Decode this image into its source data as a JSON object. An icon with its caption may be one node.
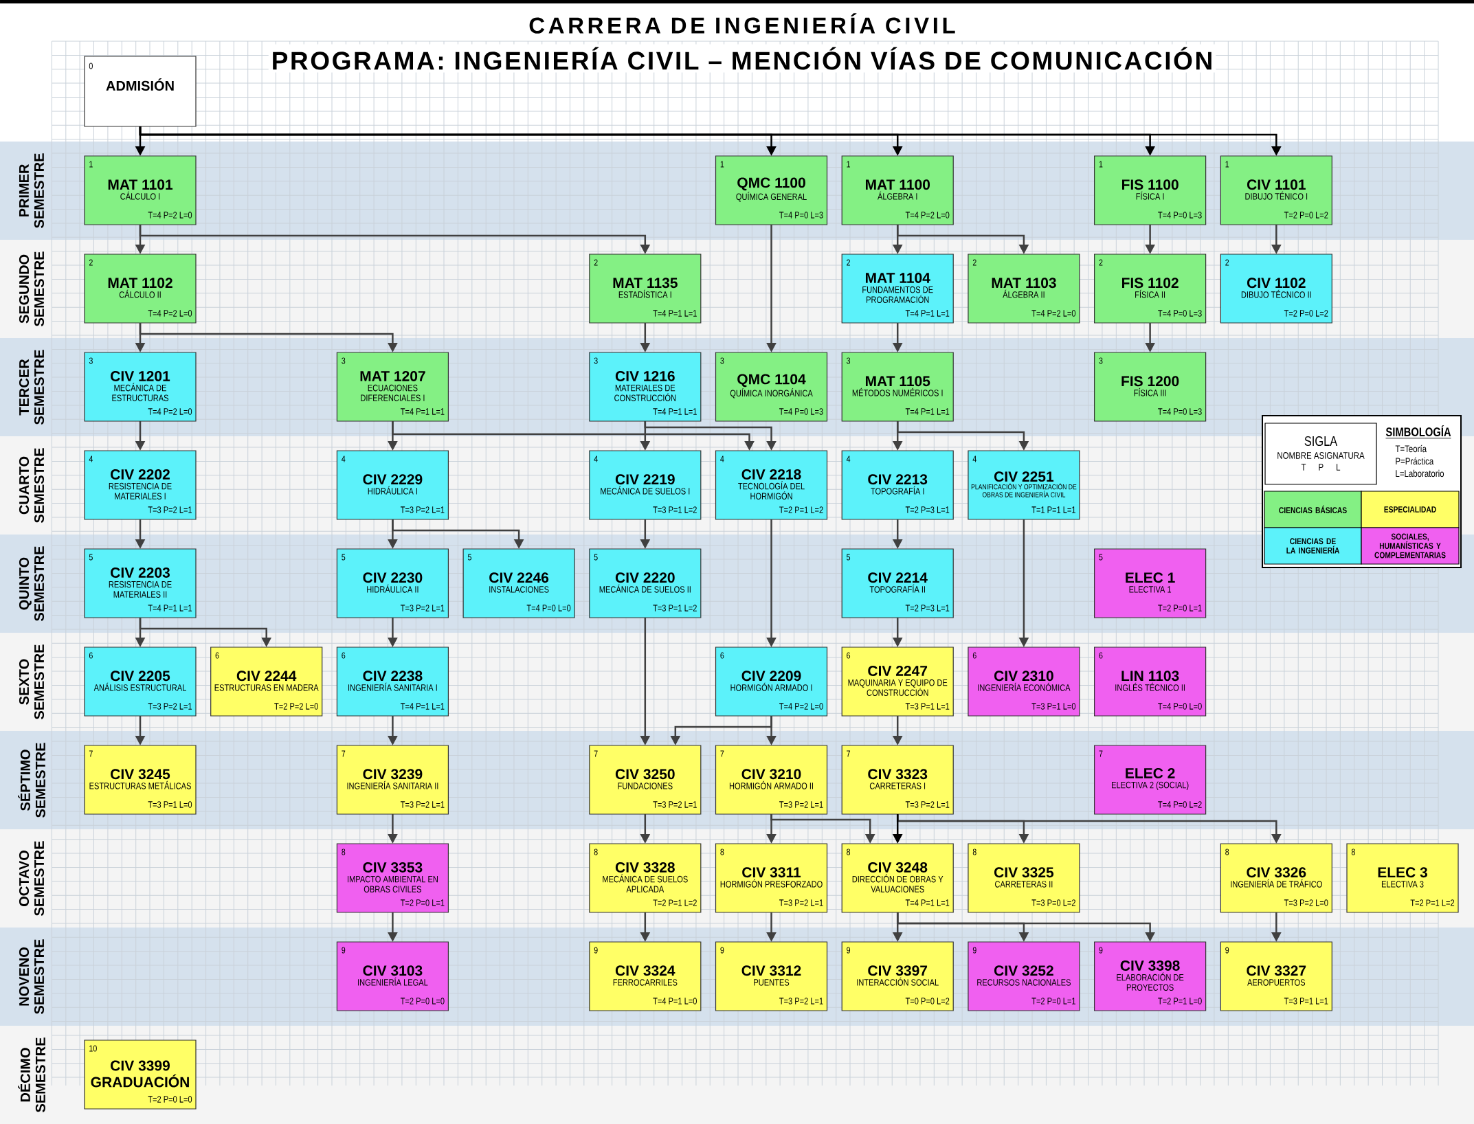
{
  "diagram": {
    "title": "CARRERA DE INGENIERÍA CIVIL",
    "nodes": [
      {
        "text": [
          "0",
          "ADMISIÓN"
        ]
      },
      {
        "text": [
          "PRIMER SEMESTRE"
        ]
      },
      {
        "text": [
          "1",
          "MAT 1101",
          "CÁLCULO I",
          "T=4 P=2 L=0"
        ],
        "in": 1
      },
      {
        "text": [
          "1",
          "QMC 1100",
          "QUÍMICA GENERAL",
          "T=4 P=0 L=3"
        ],
        "in": 1
      },
      {
        "text": [
          "1",
          "MAT 1100",
          "ÁLGEBRA I",
          "T=4 P=2 L=0"
        ],
        "in": 1
      },
      {
        "text": [
          "1",
          "FIS 1100",
          "FÍSICA I",
          "T=4 P=0 L=3"
        ],
        "in": 1
      },
      {
        "text": [
          "1",
          "CIV 1101",
          "DIBUJO TÉNICO I",
          "T=2 P=0 L=2"
        ],
        "in": 1
      },
      {
        "text": [
          "SEGUNDO SEMESTRE"
        ]
      },
      {
        "text": [
          "2",
          "MAT 1102",
          "CÁLCULO II",
          "T=4 P=2 L=0"
        ],
        "in": 7
      },
      {
        "text": [
          "2",
          "MAT 1135",
          "ESTADÍSTICA I",
          "T=4 P=1 L=1"
        ],
        "in": 7
      },
      {
        "text": [
          "2",
          "MAT 1104",
          "FUNDAMENTOS DE PROGRAMACIÓN",
          "T=4 P=1 L=1"
        ],
        "in": 7
      },
      {
        "text": [
          "2",
          "MAT 1103",
          "ÁLGEBRA II",
          "T=4 P=2 L=0"
        ],
        "in": 7
      },
      {
        "text": [
          "2",
          "FIS 1102",
          "FÍSICA II",
          "T=4 P=0 L=3"
        ],
        "in": 7
      },
      {
        "text": [
          "2",
          "CIV 1102",
          "DIBUJO TÉCNICO II",
          "T=2 P=0 L=2"
        ],
        "in": 7
      },
      {
        "text": [
          "TERCER SEMESTRE"
        ]
      },
      {
        "text": [
          "3",
          "CIV 1201",
          "MECÁNICA DE ESTRUCTURAS",
          "T=4 P=2 L=0"
        ],
        "in": 14
      },
      {
        "text": [
          "3",
          "MAT 1207",
          "ECUACIONES DIFERENCIALES I",
          "T=4 P=1 L=1"
        ],
        "in": 14
      },
      {
        "text": [
          "3",
          "CIV 1216",
          "MATERIALES DE CONSTRUCCIÓN",
          "T=4 P=1 L=1"
        ],
        "in": 14
      },
      {
        "text": [
          "3",
          "QMC 1104",
          "QUÍMICA INORGÁNICA",
          "T=4 P=0 L=3"
        ],
        "in": 14
      },
      {
        "text": [
          "3",
          "MAT 1105",
          "MÉTODOS NUMÉRICOS I",
          "T=4 P=1 L=1"
        ],
        "in": 14
      },
      {
        "text": [
          "3",
          "FIS 1200",
          "FÍSICA III",
          "T=4 P=0 L=3"
        ],
        "in": 14
      },
      {
        "text": [
          "CUARTO SEMESTRE"
        ]
      },
      {
        "text": [
          "4",
          "CIV 2202",
          "RESISTENCIA DE MATERIALES I",
          "T=3 P=2 L=1"
        ],
        "in": 21
      },
      {
        "text": [
          "4",
          "CIV 2229",
          "HIDRÁULICA I",
          "T=3 P=2 L=1"
        ],
        "in": 21
      },
      {
        "text": [
          "4",
          "CIV 2219",
          "MECÁNICA DE SUELOS I",
          "T=3 P=1 L=2"
        ],
        "in": 21
      },
      {
        "text": [
          "4",
          "CIV 2218",
          "TECNOLOGÍA DEL HORMIGÓN",
          "T=2 P=1 L=2"
        ],
        "in": 21
      },
      {
        "text": [
          "4",
          "CIV 2213",
          "TOPOGRAFÍA I",
          "T=2 P=3 L=1"
        ],
        "in": 21
      },
      {
        "text": [
          "4",
          "CIV 2251",
          "PLANIFICACIÓN Y OPTIMIZACIÓN DE OBRAS DE INGENIERÍA CIVIL",
          "T=1 P=1 L=1"
        ],
        "in": 21
      },
      {
        "text": [
          "QUINTO SEMESTRE"
        ]
      },
      {
        "text": [
          "5",
          "CIV 2203",
          "RESISTENCIA DE MATERIALES II",
          "T=4 P=1 L=1"
        ],
        "in": 28
      },
      {
        "text": [
          "5",
          "CIV 2230",
          "HIDRÁULICA II",
          "T=3 P=2 L=1"
        ],
        "in": 28
      },
      {
        "text": [
          "5",
          "CIV 2246",
          "INSTALACIONES",
          "T=4 P=0 L=0"
        ],
        "in": 28
      },
      {
        "text": [
          "5",
          "CIV 2220",
          "MECÁNICA DE SUELOS II",
          "T=3 P=1 L=2"
        ],
        "in": 28
      },
      {
        "text": [
          "5",
          "CIV 2214",
          "TOPOGRAFÍA II",
          "T=2 P=3 L=1"
        ],
        "in": 28
      },
      {
        "text": [
          "5",
          "ELEC 1",
          "ELECTIVA 1",
          "T=2 P=0 L=1"
        ],
        "in": 28
      },
      {
        "text": [
          "SEXTO SEMESTRE"
        ]
      },
      {
        "text": [
          "6",
          "CIV 2205",
          "ANÁLISIS ESTRUCTURAL",
          "T=3 P=2 L=1"
        ],
        "in": 35
      },
      {
        "text": [
          "6",
          "CIV 2244",
          "ESTRUCTURAS EN MADERA",
          "T=2 P=2 L=0"
        ],
        "in": 35
      },
      {
        "text": [
          "6",
          "CIV 2238",
          "INGENIERÍA SANITARIA I",
          "T=4 P=1 L=1"
        ],
        "in": 35
      },
      {
        "text": [
          "6",
          "CIV 2209",
          "HORMIGÓN ARMADO I",
          "T=4 P=2 L=0"
        ],
        "in": 35
      },
      {
        "text": [
          "6",
          "CIV 2247",
          "MAQUINARIA Y EQUIPO DE CONSTRUCCIÓN",
          "T=3 P=1 L=1"
        ],
        "in": 35
      },
      {
        "text": [
          "6",
          "CIV 2310",
          "INGENIERÍA ECONÓMICA",
          "T=3 P=1 L=0"
        ],
        "in": 35
      },
      {
        "text": [
          "6",
          "LIN 1103",
          "INGLÉS TÉCNICO II",
          "T=4 P=0 L=0"
        ],
        "in": 35
      },
      {
        "text": [
          "SÉPTIMO SEMESTRE"
        ]
      },
      {
        "text": [
          "7",
          "CIV 3245",
          "ESTRUCTURAS METÁLICAS",
          "T=3 P=1 L=0"
        ],
        "in": 43
      },
      {
        "text": [
          "7",
          "CIV 3239",
          "INGENIERÍA SANITARIA II",
          "T=3 P=2 L=1"
        ],
        "in": 43
      },
      {
        "text": [
          "7",
          "CIV 3250",
          "FUNDACIONES",
          "T=3 P=2 L=1"
        ],
        "in": 43
      },
      {
        "text": [
          "7",
          "CIV 3210",
          "HORMIGÓN ARMADO II",
          "T=3 P=2 L=1"
        ],
        "in": 43
      },
      {
        "text": [
          "7",
          "CIV 3323",
          "CARRETERAS I",
          "T=3 P=2 L=1"
        ],
        "in": 43
      },
      {
        "text": [
          "7",
          "ELEC 2",
          "ELECTIVA 2 (SOCIAL)",
          "T=4 P=0 L=2"
        ],
        "in": 43
      },
      {
        "text": [
          "OCTAVO SEMESTRE"
        ]
      },
      {
        "text": [
          "8",
          "CIV 3353",
          "IMPACTO AMBIENTAL EN OBRAS CIVILES",
          "T=2 P=0 L=1"
        ],
        "in": 50
      },
      {
        "text": [
          "8",
          "CIV 3328",
          "MECÁNICA DE SUELOS APLICADA",
          "T=2 P=1 L=2"
        ],
        "in": 50
      },
      {
        "text": [
          "8",
          "CIV 3311",
          "HORMIGÓN PRESFORZADO",
          "T=3 P=2 L=1"
        ],
        "in": 50
      },
      {
        "text": [
          "8",
          "CIV 3248",
          "DIRECCIÓN DE OBRAS Y VALUACIONES",
          "T=4 P=1 L=1"
        ],
        "in": 50
      },
      {
        "text": [
          "8",
          "CIV 3325",
          "CARRETERAS II",
          "T=3 P=0 L=2"
        ],
        "in": 50
      },
      {
        "text": [
          "8",
          "CIV 3326",
          "INGENIERÍA DE TRÁFICO",
          "T=3 P=2 L=0"
        ],
        "in": 50
      },
      {
        "text": [
          "8",
          "ELEC 3",
          "ELECTIVA 3",
          "T=2 P=1 L=2"
        ],
        "in": 50
      },
      {
        "text": [
          "NOVENO SEMESTRE"
        ]
      },
      {
        "text": [
          "9",
          "CIV 3103",
          "INGENIERÍA LEGAL",
          "T=2 P=0 L=0"
        ],
        "in": 58
      },
      {
        "text": [
          "9",
          "CIV 3324",
          "FERROCARRILES",
          "T=4 P=1 L=0"
        ],
        "in": 58
      },
      {
        "text": [
          "9",
          "CIV 3312",
          "PUENTES",
          "T=3 P=2 L=1"
        ],
        "in": 58
      },
      {
        "text": [
          "9",
          "CIV 3397",
          "INTERACCIÓN SOCIAL",
          "T=0 P=0 L=2"
        ],
        "in": 58
      },
      {
        "text": [
          "9",
          "CIV 3252",
          "RECURSOS NACIONALES",
          "T=2 P=0 L=1"
        ],
        "in": 58
      },
      {
        "text": [
          "9",
          "CIV 3398",
          "ELABORACIÓN DE PROYECTOS",
          "T=2 P=1 L=0"
        ],
        "in": 58
      },
      {
        "text": [
          "9",
          "CIV 3327",
          "AEROPUERTOS",
          "T=3 P=1 L=1"
        ],
        "in": 58
      },
      {
        "text": [
          "DÉCIMO SEMESTRE"
        ]
      },
      {
        "text": [
          "10",
          "CIV 3399",
          "GRADUACIÓN",
          "T=2 P=0 L=0"
        ],
        "in": 66
      },
      {
        "text": [
          "SIMBOLOGÍA",
          "T=Teoría",
          "P=Práctica",
          "L=Laboratorio"
        ]
      },
      {
        "text": [
          "SIGLA",
          "NOMBRE ASIGNATURA",
          "T P L"
        ],
        "in": 68
      }
    ],
    "edges": [
      {
        "from": 0,
        "to": 2,
        "arrow": "to",
        "color": "#000000"
      },
      {
        "from": 0,
        "to": 3,
        "arrow": "to",
        "color": "#000000"
      },
      {
        "from": 0,
        "to": 4,
        "arrow": "to",
        "color": "#000000"
      },
      {
        "from": 0,
        "to": 5,
        "arrow": "to",
        "color": "#000000"
      },
      {
        "from": 0,
        "to": 6,
        "arrow": "to",
        "color": "#000000"
      },
      {
        "from": 2,
        "to": 8,
        "arrow": "to"
      },
      {
        "from": 2,
        "to": 9,
        "arrow": "to"
      },
      {
        "from": 3,
        "to": 18,
        "arrow": "to"
      },
      {
        "from": 4,
        "to": 10,
        "arrow": "to"
      },
      {
        "from": 4,
        "to": 11,
        "arrow": "to"
      },
      {
        "from": 5,
        "to": 12,
        "arrow": "to"
      },
      {
        "from": 6,
        "to": 13,
        "arrow": "to"
      },
      {
        "from": 8,
        "to": 15,
        "arrow": "to"
      },
      {
        "from": 8,
        "to": 16,
        "arrow": "to"
      },
      {
        "from": 9,
        "to": 17,
        "arrow": "to"
      },
      {
        "from": 10,
        "to": 19,
        "arrow": "to"
      },
      {
        "from": 12,
        "to": 20,
        "arrow": "to"
      },
      {
        "from": 15,
        "to": 22,
        "arrow": "to"
      },
      {
        "from": 16,
        "to": 23,
        "arrow": "to"
      },
      {
        "from": 16,
        "to": 25,
        "arrow": "to"
      },
      {
        "from": 17,
        "to": 24,
        "arrow": "to"
      },
      {
        "from": 17,
        "to": 25,
        "arrow": "to"
      },
      {
        "from": 19,
        "to": 26,
        "arrow": "to"
      },
      {
        "from": 19,
        "to": 27,
        "arrow": "to"
      },
      {
        "from": 22,
        "to": 29,
        "arrow": "to"
      },
      {
        "from": 23,
        "to": 30,
        "arrow": "to"
      },
      {
        "from": 23,
        "to": 31,
        "arrow": "to"
      },
      {
        "from": 24,
        "to": 32,
        "arrow": "to"
      },
      {
        "from": 26,
        "to": 33,
        "arrow": "to"
      },
      {
        "from": 25,
        "to": 39,
        "arrow": "to"
      },
      {
        "from": 27,
        "to": 41,
        "arrow": "to"
      },
      {
        "from": 29,
        "to": 36,
        "arrow": "to"
      },
      {
        "from": 29,
        "to": 37,
        "arrow": "to"
      },
      {
        "from": 30,
        "to": 38,
        "arrow": "to"
      },
      {
        "from": 33,
        "to": 40,
        "arrow": "to"
      },
      {
        "from": 32,
        "to": 46,
        "arrow": "to"
      },
      {
        "from": 36,
        "to": 44,
        "arrow": "to"
      },
      {
        "from": 38,
        "to": 45,
        "arrow": "to"
      },
      {
        "from": 39,
        "to": 46,
        "arrow": "to"
      },
      {
        "from": 39,
        "to": 47,
        "arrow": "to"
      },
      {
        "from": 40,
        "to": 48,
        "arrow": "to"
      },
      {
        "from": 45,
        "to": 51,
        "arrow": "to"
      },
      {
        "from": 46,
        "to": 52,
        "arrow": "to"
      },
      {
        "from": 47,
        "to": 53,
        "arrow": "to"
      },
      {
        "from": 47,
        "to": 54,
        "arrow": "to"
      },
      {
        "from": 48,
        "to": 54,
        "arrow": "to",
        "color": "#000000"
      },
      {
        "from": 48,
        "to": 55,
        "arrow": "to"
      },
      {
        "from": 48,
        "to": 56,
        "arrow": "to"
      },
      {
        "from": 51,
        "to": 59,
        "arrow": "to"
      },
      {
        "from": 52,
        "to": 60,
        "arrow": "to"
      },
      {
        "from": 53,
        "to": 61,
        "arrow": "to"
      },
      {
        "from": 54,
        "to": 62,
        "arrow": "to"
      },
      {
        "from": 54,
        "to": 63,
        "arrow": "to"
      },
      {
        "from": 54,
        "to": 64,
        "arrow": "to"
      },
      {
        "from": 56,
        "to": 65,
        "arrow": "to"
      }
    ],
    "labels": [
      "PROGRAMA: INGENIERÍA CIVIL – MENCIÓN VÍAS DE COMUNICACIÓN"
    ],
    "legend": [
      {
        "text": "CIENCIAS BÁSICAS",
        "color": "#84f084"
      },
      {
        "text": "ESPECIALIDAD",
        "color": "#ffff66"
      },
      {
        "text": "CIENCIAS DE LA INGENIERÍA",
        "color": "#5cf2fa"
      },
      {
        "text": "SOCIALES, HUMANÍSTICAS Y COMPLEMENTARIAS",
        "color": "#f060f0"
      }
    ]
  }
}
